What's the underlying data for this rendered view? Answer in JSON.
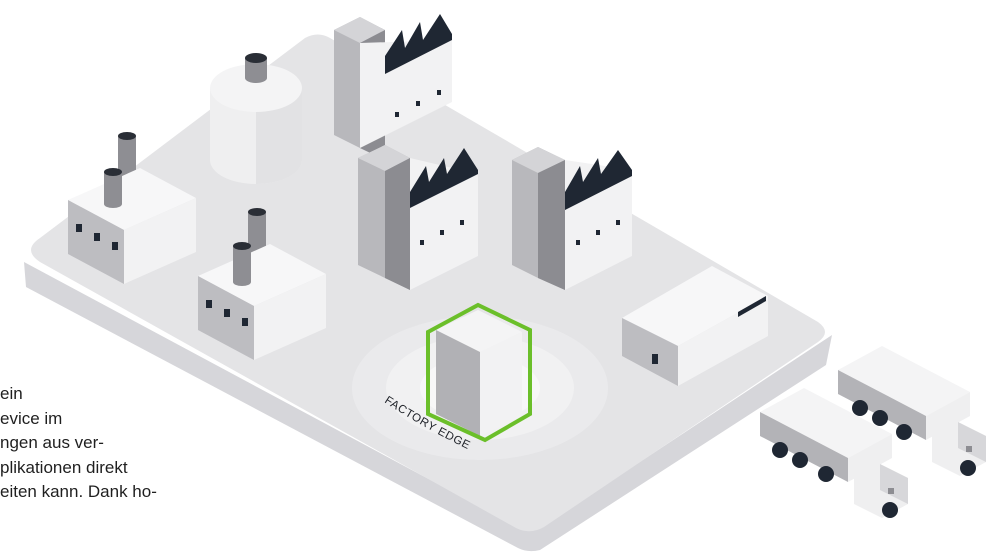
{
  "description_text": {
    "lines": [
      "ein",
      "evice im",
      "ngen aus ver-",
      "plikationen direkt",
      "eiten kann. Dank ho-"
    ]
  },
  "factory_edge": {
    "label": "FACTORY EDGE",
    "accent_color": "#6bbf2a"
  },
  "palette": {
    "ground": "#e4e4e6",
    "ground_edge": "#d2d2d6",
    "building_light": "#f2f2f3",
    "building_mid": "#b9b9bd",
    "building_dark": "#8f8f94",
    "roof_dark": "#1f2733"
  },
  "icons": [
    "factory-icon",
    "storage-tank-icon",
    "chimney-icon",
    "truck-icon",
    "edge-device-icon"
  ]
}
